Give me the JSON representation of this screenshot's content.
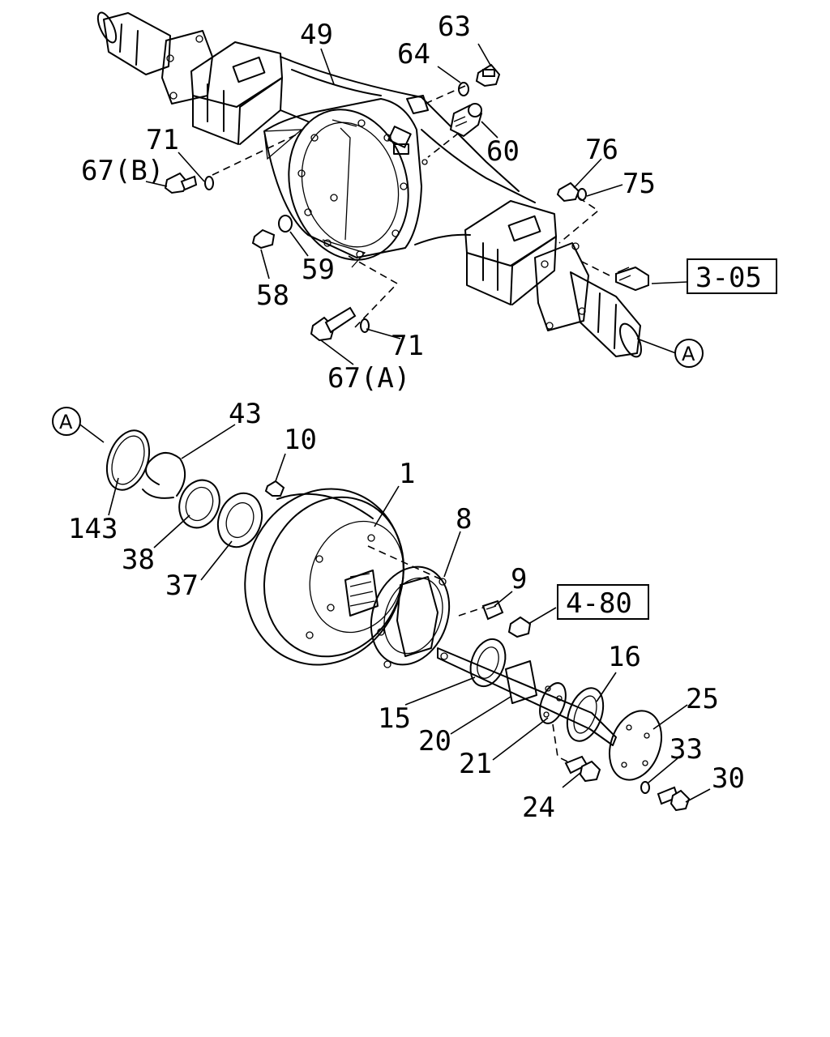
{
  "callouts": {
    "c49": "49",
    "c63": "63",
    "c64": "64",
    "c60": "60",
    "c71_top": "71",
    "c67b": "67(B)",
    "c76": "76",
    "c75": "75",
    "c59": "59",
    "c58": "58",
    "c71_bottom": "71",
    "c67a": "67(A)",
    "c43": "43",
    "c10": "10",
    "c1": "1",
    "c143": "143",
    "c38": "38",
    "c37": "37",
    "c8": "8",
    "c9": "9",
    "c16": "16",
    "c25": "25",
    "c15": "15",
    "c20": "20",
    "c21": "21",
    "c33": "33",
    "c24": "24",
    "c30": "30"
  },
  "references": {
    "ref_305": "3-05",
    "ref_480": "4-80",
    "ref_a_top": "A",
    "ref_a_bottom": "A"
  }
}
